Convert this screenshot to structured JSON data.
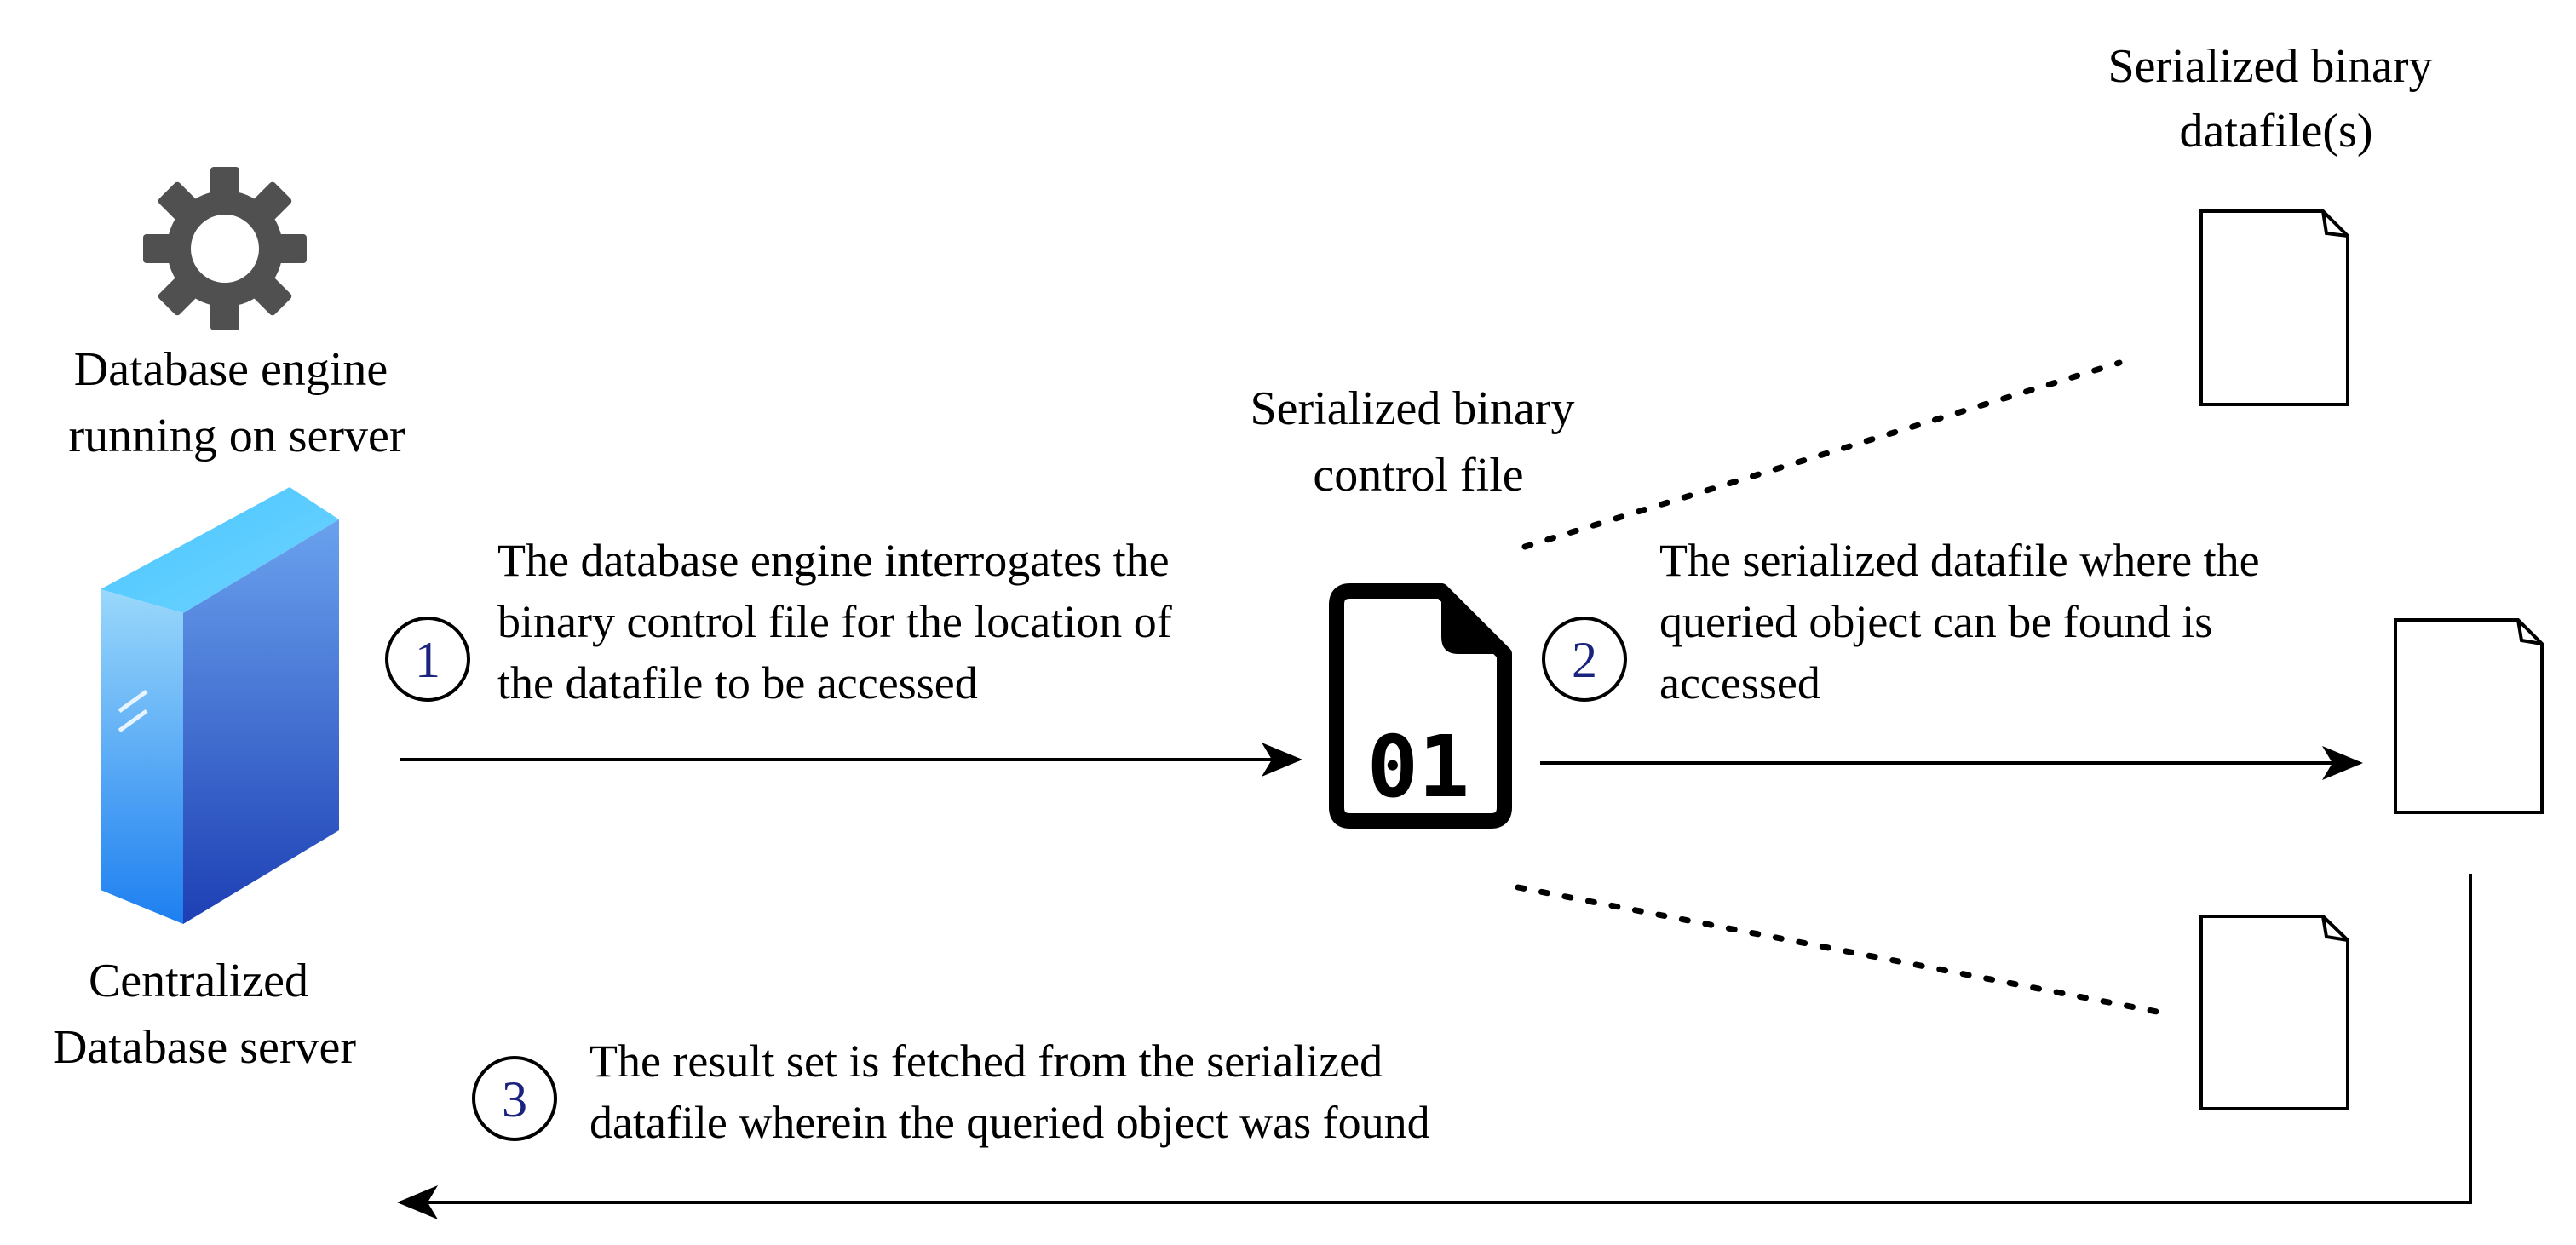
{
  "engine": {
    "icon": "gear-icon",
    "label_lines": [
      "Database engine",
      "running on server"
    ]
  },
  "server": {
    "icon": "server-icon",
    "label_lines": [
      "Centralized",
      "Database server"
    ]
  },
  "control_file": {
    "icon": "binary-file-icon",
    "glyph": "01",
    "label_lines": [
      "Serialized binary",
      "control file"
    ]
  },
  "datafiles": {
    "icon": "document-icon",
    "label_lines": [
      "Serialized binary",
      "datafile(s)"
    ]
  },
  "steps": [
    {
      "number": "1",
      "lines": [
        "The database engine interrogates the",
        "binary control file for the location of",
        "the datafile to be accessed"
      ]
    },
    {
      "number": "2",
      "lines": [
        "The serialized datafile where the",
        "queried object can be found is",
        "accessed"
      ]
    },
    {
      "number": "3",
      "lines": [
        "The result set is fetched from the serialized",
        "datafile wherein the queried object was found"
      ]
    }
  ],
  "colors": {
    "gear": "#505050",
    "server_top": "#5ec6f5",
    "server_side": "#2f6fd6",
    "server_front": "#6fb2f0",
    "step_number": "#1a237e",
    "line": "#000000"
  }
}
